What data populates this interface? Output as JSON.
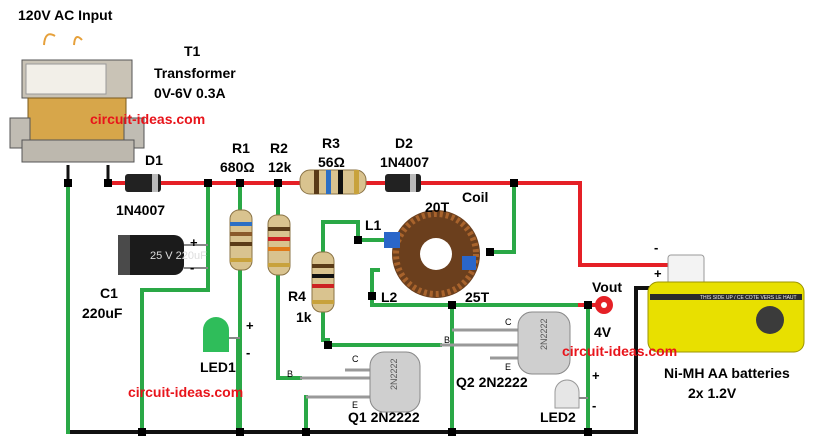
{
  "labels": {
    "input": "120V AC Input",
    "t1": "T1",
    "transformer": "Transformer",
    "transformer_rating": "0V-6V 0.3A",
    "d1": "D1",
    "d1_part": "1N4007",
    "r1": "R1",
    "r1_value": "680Ω",
    "r2": "R2",
    "r2_value": "12k",
    "r3": "R3",
    "r3_value": "56Ω",
    "d2": "D2",
    "d2_part": "1N4007",
    "coil": "Coil",
    "l1": "L1",
    "l1_turns": "20T",
    "l2": "L2",
    "l2_turns": "25T",
    "r4": "R4",
    "r4_value": "1k",
    "c1": "C1",
    "c1_value": "220uF",
    "c1_body": "25 V  220uF",
    "led1": "LED1",
    "led2": "LED2",
    "q1": "Q1 2N2222",
    "q2": "Q2 2N2222",
    "transistor_marking": "2N2222",
    "vout": "Vout",
    "vout_value": "4V",
    "battery": "Ni-MH AA batteries",
    "battery_spec": "2x 1.2V",
    "battery_sticker": "THIS SIDE UP / CE COTE VERS LE HAUT",
    "plus": "+",
    "minus": "-",
    "pin_b": "B",
    "pin_c": "C",
    "pin_e": "E"
  },
  "watermark": "circuit-ideas.com",
  "colors": {
    "positive_wire": "#e52026",
    "signal_wire": "#2aa846",
    "ground_wire": "#111111",
    "watermark": "#e8141b",
    "battery": "#e8e000"
  }
}
